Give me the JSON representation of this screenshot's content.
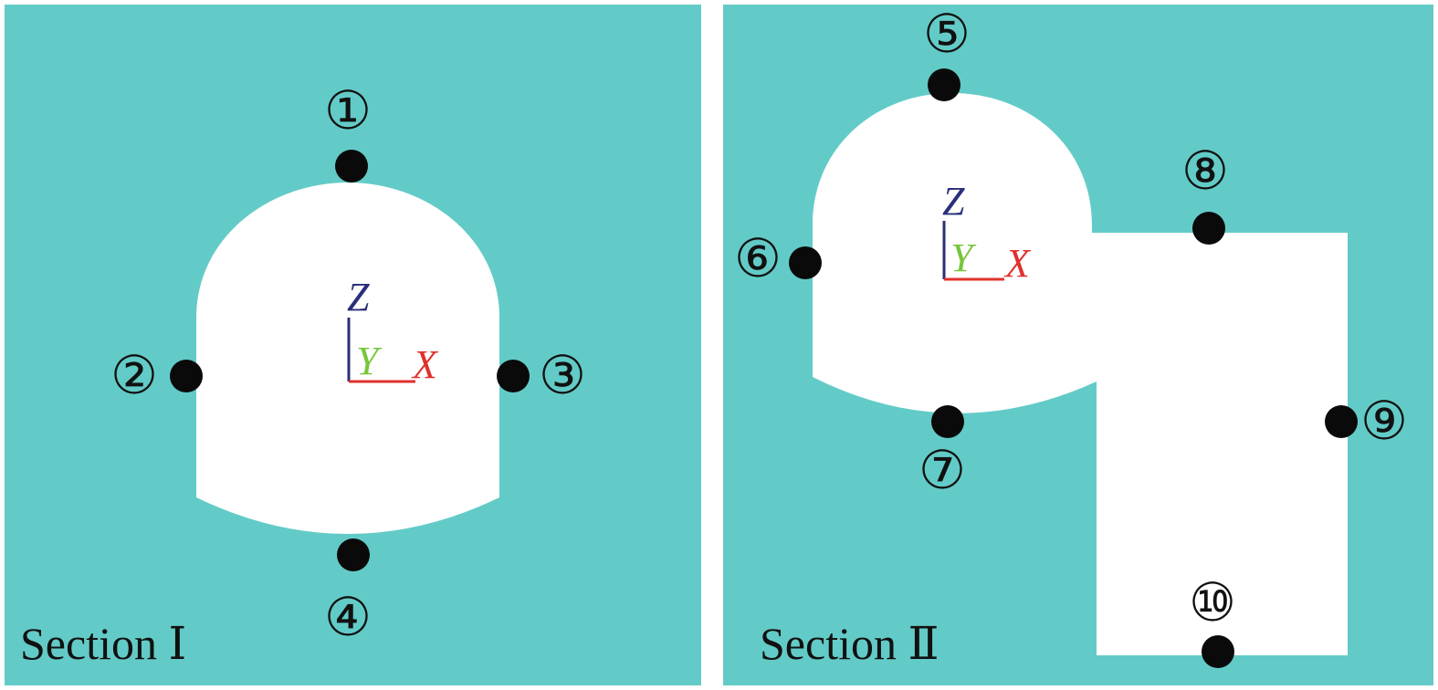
{
  "colors": {
    "rock": "#63cbc7",
    "cavity": "#ffffff",
    "gap": "#ffffff",
    "point": "#0a0a0a",
    "axis_x": "#e0302c",
    "axis_y": "#78c63a",
    "axis_z": "#2a2f7a"
  },
  "sections": [
    {
      "title": "Section Ⅰ"
    },
    {
      "title": "Section Ⅱ"
    }
  ],
  "axes": {
    "x": "X",
    "y": "Y",
    "z": "Z"
  },
  "points": [
    {
      "label": "①"
    },
    {
      "label": "②"
    },
    {
      "label": "③"
    },
    {
      "label": "④"
    },
    {
      "label": "⑤"
    },
    {
      "label": "⑥"
    },
    {
      "label": "⑦"
    },
    {
      "label": "⑧"
    },
    {
      "label": "⑨"
    },
    {
      "label": "⑩"
    }
  ]
}
